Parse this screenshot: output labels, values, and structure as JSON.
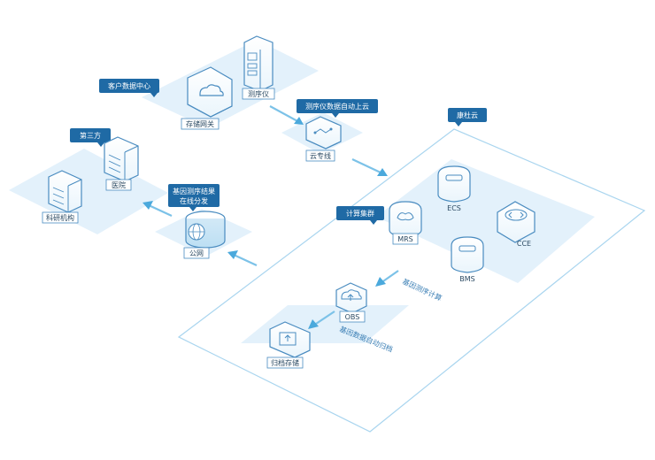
{
  "colors": {
    "tag_fill": "#1f6aa5",
    "platform_fill": "#e3f1fb",
    "arrow": "#7cc2e8",
    "icon_stroke": "#4a8cc0",
    "region_stroke": "#a9d5ef"
  },
  "tags": {
    "customer_dc": "客户数据中心",
    "third_party": "第三方",
    "cloud": "康杜云",
    "cluster": "计算集群",
    "distribution": [
      "基因测序结果",
      "在线分发"
    ],
    "auto_upload": "测序仪数据自动上云"
  },
  "nodes": {
    "storage_gateway": "存储网关",
    "sequencer": "测序仪",
    "cloud_line": "云专线",
    "hospital": "医院",
    "research": "科研机构",
    "public_net": "公网",
    "ecs": "ECS",
    "mrs": "MRS",
    "cce": "CCE",
    "bms": "BMS",
    "obs": "OBS",
    "archive": "归档存储"
  },
  "flow_labels": {
    "gene_compute": "基因测序计算",
    "auto_archive": "基因数据自动归档"
  },
  "icons": {
    "storage_gateway": "cloud-storage-icon",
    "sequencer": "sequencer-icon",
    "cloud_line": "cloud-link-icon",
    "hospital": "hospital-building-icon",
    "research": "research-building-icon",
    "public_net": "globe-icon",
    "ecs": "ecs-icon",
    "mrs": "mrs-icon",
    "cce": "cce-icon",
    "bms": "bms-icon",
    "obs": "obs-cloud-icon",
    "archive": "archive-icon"
  }
}
